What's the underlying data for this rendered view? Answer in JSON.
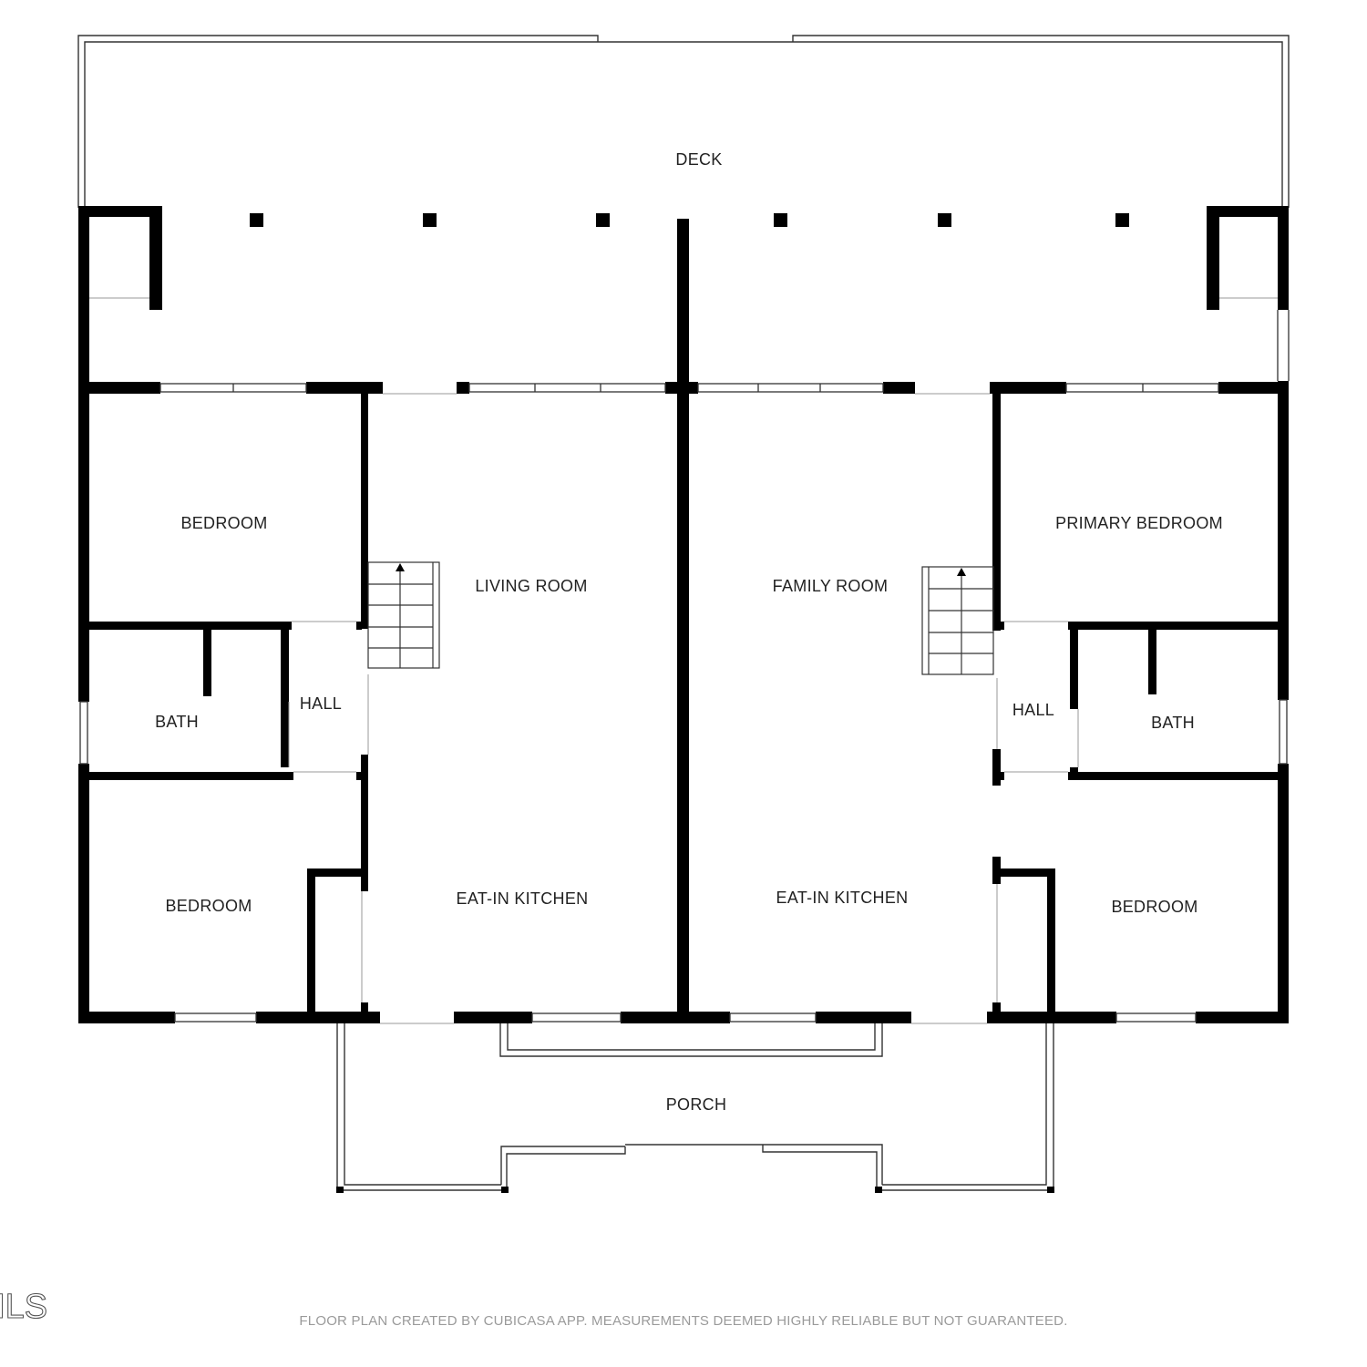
{
  "rooms": {
    "deck": "DECK",
    "bedroom_top_left": "BEDROOM",
    "living_room": "LIVING ROOM",
    "family_room": "FAMILY ROOM",
    "primary_bedroom": "PRIMARY BEDROOM",
    "bath_left": "BATH",
    "hall_left": "HALL",
    "hall_right": "HALL",
    "bath_right": "BATH",
    "bedroom_bottom_left": "BEDROOM",
    "kitchen_left": "EAT-IN KITCHEN",
    "kitchen_right": "EAT-IN KITCHEN",
    "bedroom_bottom_right": "BEDROOM",
    "porch": "PORCH"
  },
  "watermark": "MLS",
  "footer": "FLOOR PLAN CREATED BY CUBICASA APP. MEASUREMENTS DEEMED HIGHLY RELIABLE BUT NOT GUARANTEED.",
  "colors": {
    "wall": "#000000",
    "thin_line": "#333333",
    "background": "#ffffff"
  }
}
